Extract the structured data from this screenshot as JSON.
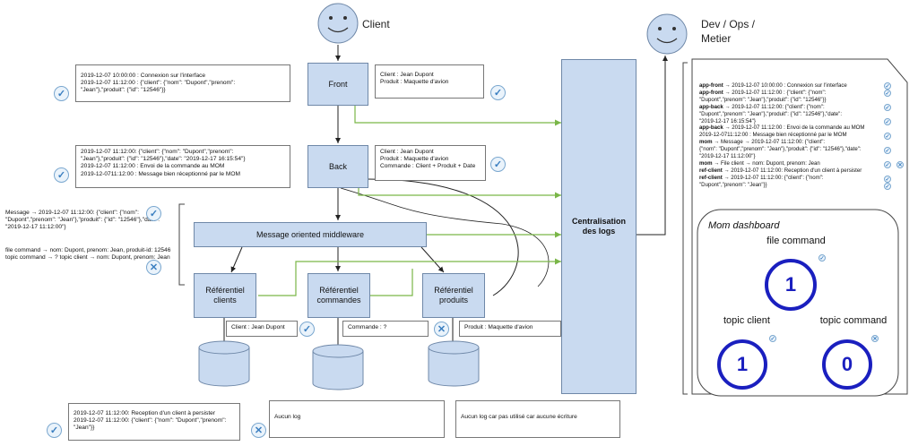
{
  "actors": {
    "client": "Client",
    "devops": [
      "Dev / Ops /",
      "Metier"
    ]
  },
  "components": {
    "front": "Front",
    "back": "Back",
    "mom": "Message oriented middleware",
    "ref_clients": [
      "Référentiel",
      "clients"
    ],
    "ref_commandes": [
      "Référentiel",
      "commandes"
    ],
    "ref_produits": [
      "Référentiel",
      "produits"
    ],
    "centralisation": [
      "Centralisation",
      "des logs"
    ]
  },
  "notes": {
    "front_log": [
      "2019-12-07 10:00:00 : Connexion sur l'interface",
      "2019-12-07 11:12:00 : {\"client\": {\"nom\": \"Dupont\",\"prenom\":",
      "\"Jean\"},\"produit\": {\"id\": \"12546\"}}"
    ],
    "front_ctx": [
      "Client : Jean Dupont",
      "Produit : Maquette d'avion"
    ],
    "back_log": [
      "2019-12-07 11:12:00: {\"client\": {\"nom\": \"Dupont\",\"prenom\":",
      "\"Jean\"},\"produit\": {\"id\": \"12546\"},\"date\": \"2019-12-17 16:15:54\"}",
      "2019-12-07 11:12:00 : Envoi de la commande au MOM",
      "2019-12-0711:12:00 : Message bien réceptionné par le MOM"
    ],
    "back_ctx": [
      "Client : Jean Dupont",
      "Produit : Maquette d'avion",
      "Commande : Client + Produit + Date"
    ],
    "mom_msg": [
      "Message →  2019-12-07 11:12:00: {\"client\": {\"nom\":",
      "\"Dupont\",\"prenom\": \"Jean\"},\"produit\": {\"id\":",
      "\"12546\"},\"date\": \"2019-12-17 11:12:00\"}"
    ],
    "mom_topics": [
      "file command → nom: Dupont, prenom: Jean, produit-id:",
      "12546",
      "topic command → ?",
      "topic client → nom: Dupont, prenom: Jean"
    ],
    "ref_clients_ctx": "Client : Jean Dupont",
    "ref_commandes_ctx": "Commande : ?",
    "ref_produits_ctx": "Produit : Maquette d'avion",
    "bottom_clients": [
      "2019-12-07 11:12:00: Reception d'un client à persister",
      "2019-12-07 11:12:00: {\"client\": {\"nom\": \"Dupont\",\"prenom\":",
      "\"Jean\"}}"
    ],
    "bottom_commandes": "Aucun log",
    "bottom_produits": "Aucun log car pas utilisé car aucune écriture"
  },
  "log_panel": {
    "lines": [
      {
        "src": "app-front",
        "text": " → 2019-12-07 10:00:00 : Connexion sur l'interface"
      },
      {
        "src": "app-front",
        "text": " → 2019-12-07 11:12:00 : {\"client\": {\"nom\":"
      },
      {
        "src": "",
        "text": "\"Dupont\",\"prenom\": \"Jean\"},\"produit\": {\"id\": \"12546\"}}"
      },
      {
        "src": "app-back",
        "text": " → 2019-12-07 11:12:00: {\"client\": {\"nom\":"
      },
      {
        "src": "",
        "text": "\"Dupont\",\"prenom\": \"Jean\"},\"produit\": {\"id\": \"12546\"},\"date\":"
      },
      {
        "src": "",
        "text": "\"2019-12-17 16:15:54\"}"
      },
      {
        "src": "app-back",
        "text": " → 2019-12-07 11:12:00 : Envoi de la commande au MOM"
      },
      {
        "src": "",
        "text": "2019-12-0711:12:00 : Message bien réceptionné par le MOM"
      },
      {
        "src": "mom",
        "text": " → Message →  2019-12-07 11:12:00: {\"client\":"
      },
      {
        "src": "",
        "text": "{\"nom\": \"Dupont\",\"prenom\": \"Jean\"},\"produit\": {\"id\": \"12546\"},\"date\":"
      },
      {
        "src": "",
        "text": "\"2019-12-17 11:12:00\"}"
      },
      {
        "src": "mom",
        "text": " → File client → nom: Dupont, prenom: Jean"
      },
      {
        "src": "ref-client",
        "text": " → 2019-12-07 11:12:00: Reception d'un client à persister"
      },
      {
        "src": "ref-client",
        "text": " → 2019-12-07 11:12:00: {\"client\": {\"nom\":"
      },
      {
        "src": "",
        "text": "\"Dupont\",\"prenom\": \"Jean\"}}"
      }
    ]
  },
  "dashboard": {
    "title": "Mom dashboard",
    "file_command": {
      "label": "file command",
      "value": "1"
    },
    "topic_client": {
      "label": "topic client",
      "value": "1"
    },
    "topic_command": {
      "label": "topic command",
      "value": "0"
    }
  },
  "colors": {
    "box_fill": "#c9daf0",
    "green_arrow": "#7ab648",
    "ring": "#1a1fbf"
  },
  "icons": {
    "check": "✓",
    "cross": "✕"
  }
}
